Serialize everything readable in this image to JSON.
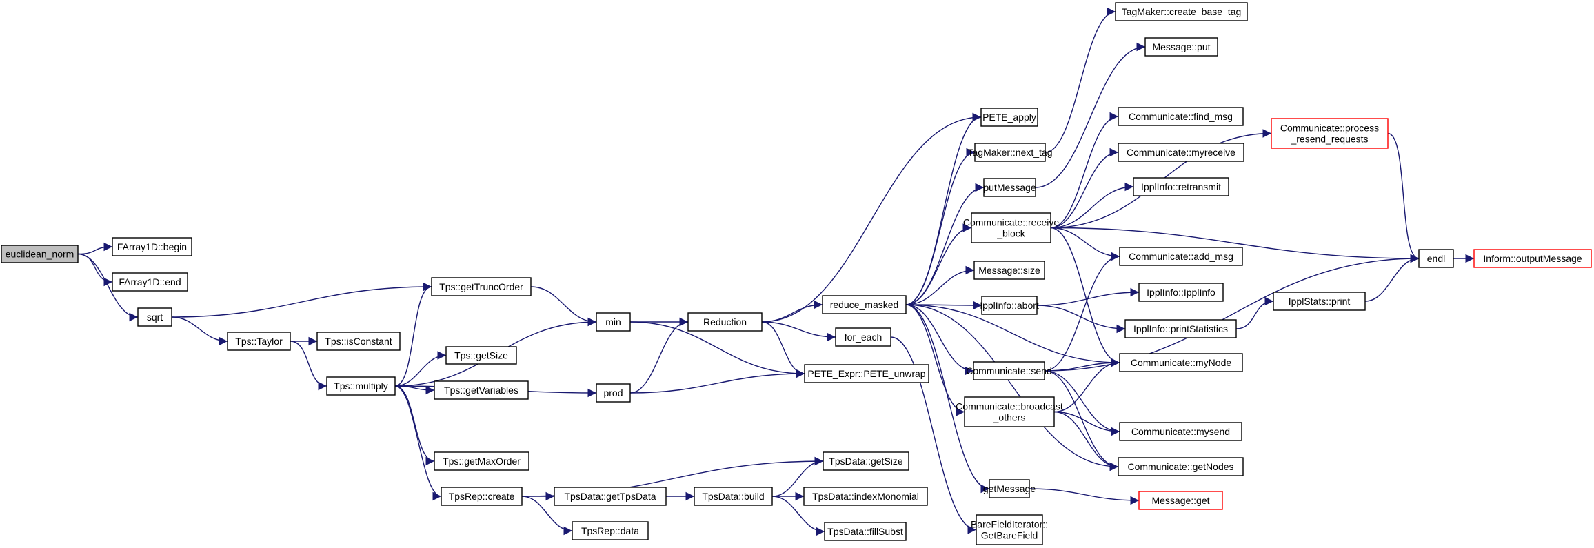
{
  "colors": {
    "edge": "#191970",
    "node_border": "#000000",
    "truncated_border": "#ff0000",
    "root_fill": "#bfbfbf",
    "node_fill": "#ffffff"
  },
  "nodes": [
    {
      "id": "euclidean_norm",
      "lines": [
        "euclidean_norm"
      ],
      "root": true
    },
    {
      "id": "farray_begin",
      "lines": [
        "FArray1D::begin"
      ]
    },
    {
      "id": "farray_end",
      "lines": [
        "FArray1D::end"
      ]
    },
    {
      "id": "sqrt",
      "lines": [
        "sqrt"
      ]
    },
    {
      "id": "tps_gettruncorder",
      "lines": [
        "Tps::getTruncOrder"
      ]
    },
    {
      "id": "tps_taylor",
      "lines": [
        "Tps::Taylor"
      ]
    },
    {
      "id": "tps_isconstant",
      "lines": [
        "Tps::isConstant"
      ]
    },
    {
      "id": "tps_multiply",
      "lines": [
        "Tps::multiply"
      ]
    },
    {
      "id": "tps_getsize",
      "lines": [
        "Tps::getSize"
      ]
    },
    {
      "id": "tps_getvariables",
      "lines": [
        "Tps::getVariables"
      ]
    },
    {
      "id": "tps_getmaxorder",
      "lines": [
        "Tps::getMaxOrder"
      ]
    },
    {
      "id": "tpsrep_create",
      "lines": [
        "TpsRep::create"
      ]
    },
    {
      "id": "tpsrep_data",
      "lines": [
        "TpsRep::data"
      ]
    },
    {
      "id": "tpsdata_gettpsdata",
      "lines": [
        "TpsData::getTpsData"
      ]
    },
    {
      "id": "tpsdata_build",
      "lines": [
        "TpsData::build"
      ]
    },
    {
      "id": "tpsdata_getsize",
      "lines": [
        "TpsData::getSize"
      ]
    },
    {
      "id": "tpsdata_indexmonomial",
      "lines": [
        "TpsData::indexMonomial"
      ]
    },
    {
      "id": "tpsdata_fillsubst",
      "lines": [
        "TpsData::fillSubst"
      ]
    },
    {
      "id": "min",
      "lines": [
        "min"
      ]
    },
    {
      "id": "prod",
      "lines": [
        "prod"
      ]
    },
    {
      "id": "reduction",
      "lines": [
        "Reduction"
      ]
    },
    {
      "id": "pete_unwrap",
      "lines": [
        "PETE_Expr::PETE_unwrap"
      ]
    },
    {
      "id": "reduce_masked",
      "lines": [
        "reduce_masked"
      ]
    },
    {
      "id": "for_each",
      "lines": [
        "for_each"
      ]
    },
    {
      "id": "pete_apply",
      "lines": [
        "PETE_apply"
      ]
    },
    {
      "id": "tagmaker_nexttag",
      "lines": [
        "TagMaker::next_tag"
      ]
    },
    {
      "id": "putmessage",
      "lines": [
        "putMessage"
      ]
    },
    {
      "id": "comm_receive_block",
      "lines": [
        "Communicate::receive",
        "_block"
      ]
    },
    {
      "id": "message_size",
      "lines": [
        "Message::size"
      ]
    },
    {
      "id": "ipplinfo_abort",
      "lines": [
        "IpplInfo::abort"
      ]
    },
    {
      "id": "comm_send",
      "lines": [
        "Communicate::send"
      ]
    },
    {
      "id": "comm_broadcast_others",
      "lines": [
        "Communicate::broadcast",
        "_others"
      ]
    },
    {
      "id": "getmessage",
      "lines": [
        "getMessage"
      ]
    },
    {
      "id": "barefield_iterator",
      "lines": [
        "BareFieldIterator::",
        "GetBareField"
      ]
    },
    {
      "id": "tagmaker_create_base_tag",
      "lines": [
        "TagMaker::create_base_tag"
      ]
    },
    {
      "id": "message_put",
      "lines": [
        "Message::put"
      ]
    },
    {
      "id": "comm_find_msg",
      "lines": [
        "Communicate::find_msg"
      ]
    },
    {
      "id": "comm_myreceive",
      "lines": [
        "Communicate::myreceive"
      ]
    },
    {
      "id": "ipplinfo_retransmit",
      "lines": [
        "IpplInfo::retransmit"
      ]
    },
    {
      "id": "comm_add_msg",
      "lines": [
        "Communicate::add_msg"
      ]
    },
    {
      "id": "ipplinfo_ipplinfo",
      "lines": [
        "IpplInfo::IpplInfo"
      ]
    },
    {
      "id": "ipplinfo_printstatistics",
      "lines": [
        "IpplInfo::printStatistics"
      ]
    },
    {
      "id": "comm_mynode",
      "lines": [
        "Communicate::myNode"
      ]
    },
    {
      "id": "comm_mysend",
      "lines": [
        "Communicate::mysend"
      ]
    },
    {
      "id": "comm_getnodes",
      "lines": [
        "Communicate::getNodes"
      ]
    },
    {
      "id": "message_get",
      "lines": [
        "Message::get"
      ],
      "truncated": true
    },
    {
      "id": "comm_process_resend",
      "lines": [
        "Communicate::process",
        "_resend_requests"
      ],
      "truncated": true
    },
    {
      "id": "endl",
      "lines": [
        "endl"
      ]
    },
    {
      "id": "inform_outputmessage",
      "lines": [
        "Inform::outputMessage"
      ],
      "truncated": true
    },
    {
      "id": "ipplstats_print",
      "lines": [
        "IpplStats::print"
      ]
    }
  ],
  "edges": [
    [
      "euclidean_norm",
      "farray_begin"
    ],
    [
      "euclidean_norm",
      "farray_end"
    ],
    [
      "euclidean_norm",
      "sqrt"
    ],
    [
      "sqrt",
      "tps_gettruncorder"
    ],
    [
      "sqrt",
      "tps_taylor"
    ],
    [
      "tps_taylor",
      "tps_isconstant"
    ],
    [
      "tps_taylor",
      "tps_multiply"
    ],
    [
      "tps_multiply",
      "tps_gettruncorder"
    ],
    [
      "tps_multiply",
      "min"
    ],
    [
      "tps_multiply",
      "tps_getsize"
    ],
    [
      "tps_multiply",
      "tps_getvariables"
    ],
    [
      "tps_multiply",
      "prod"
    ],
    [
      "tps_multiply",
      "tps_getmaxorder"
    ],
    [
      "tps_multiply",
      "tpsrep_create"
    ],
    [
      "tpsrep_create",
      "tpsdata_getsize"
    ],
    [
      "tpsrep_create",
      "tpsdata_gettpsdata"
    ],
    [
      "tpsrep_create",
      "tpsrep_data"
    ],
    [
      "tpsdata_gettpsdata",
      "tpsdata_build"
    ],
    [
      "tpsdata_build",
      "tpsdata_getsize"
    ],
    [
      "tpsdata_build",
      "tpsdata_indexmonomial"
    ],
    [
      "tpsdata_build",
      "tpsdata_fillsubst"
    ],
    [
      "tps_gettruncorder",
      "min"
    ],
    [
      "min",
      "reduction"
    ],
    [
      "min",
      "pete_unwrap"
    ],
    [
      "prod",
      "reduction"
    ],
    [
      "prod",
      "pete_unwrap"
    ],
    [
      "reduction",
      "pete_apply"
    ],
    [
      "reduction",
      "reduce_masked"
    ],
    [
      "reduction",
      "for_each"
    ],
    [
      "reduction",
      "pete_unwrap"
    ],
    [
      "reduce_masked",
      "pete_apply"
    ],
    [
      "reduce_masked",
      "tagmaker_nexttag"
    ],
    [
      "reduce_masked",
      "putmessage"
    ],
    [
      "reduce_masked",
      "comm_receive_block"
    ],
    [
      "reduce_masked",
      "message_size"
    ],
    [
      "reduce_masked",
      "ipplinfo_abort"
    ],
    [
      "reduce_masked",
      "comm_send"
    ],
    [
      "reduce_masked",
      "comm_broadcast_others"
    ],
    [
      "reduce_masked",
      "getmessage"
    ],
    [
      "reduce_masked",
      "comm_mynode"
    ],
    [
      "reduce_masked",
      "comm_getnodes"
    ],
    [
      "for_each",
      "barefield_iterator"
    ],
    [
      "tagmaker_nexttag",
      "tagmaker_create_base_tag"
    ],
    [
      "putmessage",
      "message_put"
    ],
    [
      "comm_receive_block",
      "comm_find_msg"
    ],
    [
      "comm_receive_block",
      "comm_myreceive"
    ],
    [
      "comm_receive_block",
      "ipplinfo_retransmit"
    ],
    [
      "comm_receive_block",
      "comm_add_msg"
    ],
    [
      "comm_receive_block",
      "comm_process_resend"
    ],
    [
      "comm_receive_block",
      "comm_mynode"
    ],
    [
      "ipplinfo_abort",
      "ipplinfo_ipplinfo"
    ],
    [
      "ipplinfo_abort",
      "ipplinfo_printstatistics"
    ],
    [
      "comm_send",
      "comm_add_msg"
    ],
    [
      "comm_send",
      "comm_mynode"
    ],
    [
      "comm_send",
      "comm_mysend"
    ],
    [
      "comm_send",
      "comm_getnodes"
    ],
    [
      "comm_send",
      "endl"
    ],
    [
      "comm_broadcast_others",
      "comm_mynode"
    ],
    [
      "comm_broadcast_others",
      "comm_mysend"
    ],
    [
      "comm_broadcast_others",
      "comm_getnodes"
    ],
    [
      "getmessage",
      "message_get"
    ],
    [
      "ipplinfo_printstatistics",
      "ipplstats_print"
    ],
    [
      "ipplstats_print",
      "endl"
    ],
    [
      "comm_receive_block",
      "endl"
    ],
    [
      "comm_process_resend",
      "endl"
    ],
    [
      "endl",
      "inform_outputmessage"
    ]
  ]
}
